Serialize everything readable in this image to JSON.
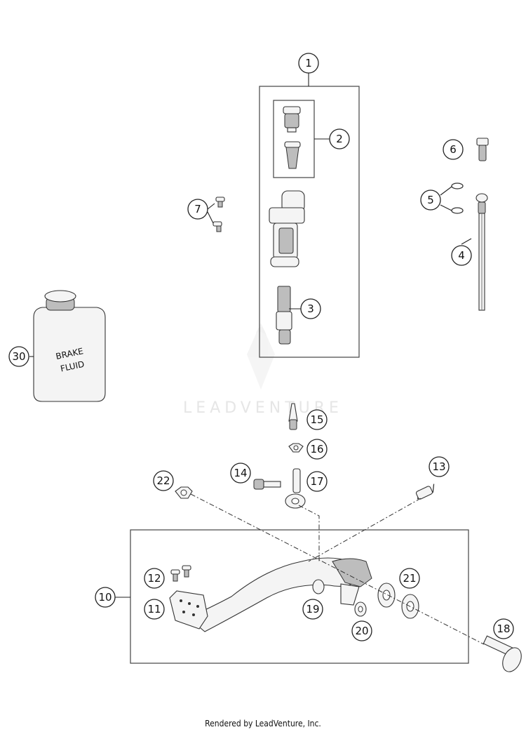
{
  "watermark": "LEADVENTURE",
  "footer": "Rendered by LeadVenture, Inc.",
  "bottle_text": [
    "BRAKE",
    "FLUID"
  ],
  "callouts": [
    "1",
    "2",
    "3",
    "4",
    "5",
    "6",
    "7",
    "10",
    "11",
    "12",
    "13",
    "14",
    "15",
    "16",
    "17",
    "18",
    "19",
    "20",
    "21",
    "22",
    "30"
  ]
}
